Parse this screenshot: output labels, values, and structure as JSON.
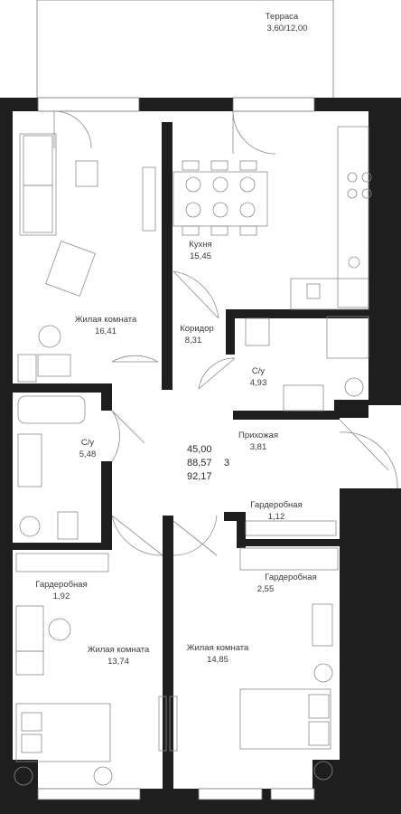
{
  "rooms": {
    "terrace": {
      "name": "Терраса",
      "area": "3,60/12,00"
    },
    "kitchen": {
      "name": "Кухня",
      "area": "15,45"
    },
    "living1": {
      "name": "Жилая комната",
      "area": "16,41"
    },
    "corridor": {
      "name": "Коридор",
      "area": "8,31"
    },
    "bath_small": {
      "name": "С/у",
      "area": "4,93"
    },
    "hallway": {
      "name": "Прихожая",
      "area": "3,81"
    },
    "bath_left": {
      "name": "С/у",
      "area": "5,48"
    },
    "wardrobe_small": {
      "name": "Гардеробная",
      "area": "1,12"
    },
    "wardrobe_left": {
      "name": "Гардеробная",
      "area": "1,92"
    },
    "wardrobe_right": {
      "name": "Гардеробная",
      "area": "2,55"
    },
    "living2": {
      "name": "Жилая комната",
      "area": "13,74"
    },
    "living3": {
      "name": "Жилая комната",
      "area": "14,85"
    }
  },
  "summary": {
    "living_area": "45,00",
    "total_area": "88,57",
    "total_with_terrace": "92,17",
    "rooms_count": "3"
  },
  "colors": {
    "wall": "#1e1e1e",
    "line": "#8a8a8a",
    "text": "#3a3a3a"
  }
}
